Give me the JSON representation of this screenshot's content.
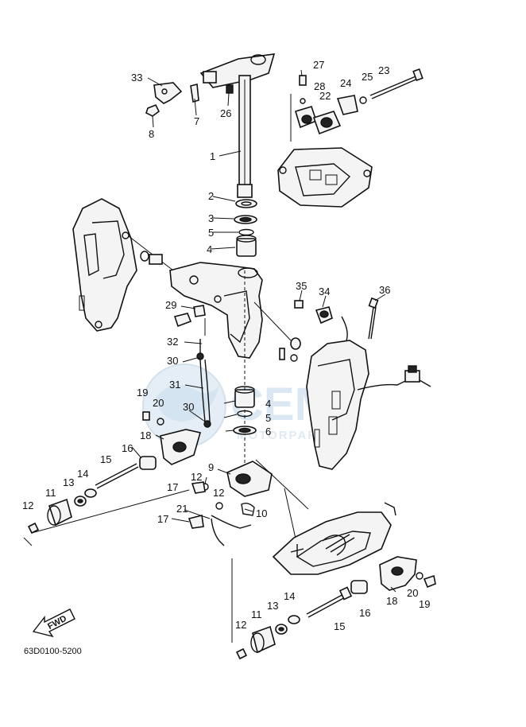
{
  "diagram": {
    "code": "63D0100-5200",
    "fwd_label": "FWD",
    "watermark": {
      "brand": "CEM",
      "sub": "MOTORPARTS"
    },
    "callouts": {
      "c33": "33",
      "c7": "7",
      "c26": "26",
      "c8": "8",
      "c1": "1",
      "c27": "27",
      "c28": "28",
      "c22": "22",
      "c24": "24",
      "c25": "25",
      "c23": "23",
      "c2": "2",
      "c3": "3",
      "c5a": "5",
      "c4a": "4",
      "c35": "35",
      "c34": "34",
      "c36": "36",
      "c29": "29",
      "c32": "32",
      "c30a": "30",
      "c31": "31",
      "c19a": "19",
      "c20a": "20",
      "c30b": "30",
      "c4b": "4",
      "c5b": "5",
      "c6": "6",
      "c18a": "18",
      "c16a": "16",
      "c15a": "15",
      "c14a": "14",
      "c13a": "13",
      "c11a": "11",
      "c12a": "12",
      "c9": "9",
      "c12b": "12",
      "c17a": "17",
      "c12c": "12",
      "c10": "10",
      "c21": "21",
      "c17b": "17",
      "c14b": "14",
      "c13b": "13",
      "c11b": "11",
      "c12d": "12",
      "c15b": "15",
      "c16b": "16",
      "c18b": "18",
      "c20b": "20",
      "c19b": "19"
    }
  }
}
